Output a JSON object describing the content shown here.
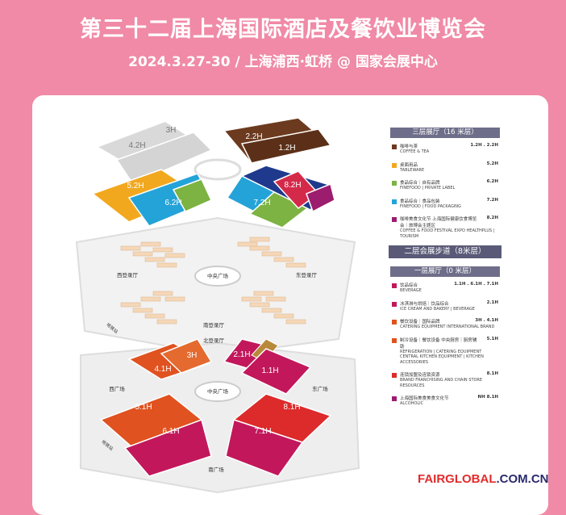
{
  "header": {
    "title": "第三十二届上海国际酒店及餐饮业博览会",
    "subtitle": "2024.3.27-30 / 上海浦西·虹桥 @ 国家会展中心"
  },
  "map": {
    "upper_halls": [
      {
        "label": "3H",
        "color": "#d8d8d8"
      },
      {
        "label": "4.2H",
        "color": "#d8d8d8"
      },
      {
        "label": "2.2H",
        "color": "#6b3a1f"
      },
      {
        "label": "1.2H",
        "color": "#6b3a1f"
      },
      {
        "label": "5.2H",
        "color": "#f2a81e"
      },
      {
        "label": "6.2H",
        "color": "#24a3d8"
      },
      {
        "label": "7.2H",
        "color": "#24a3d8"
      },
      {
        "label": "8.2H",
        "color": "#d42a4a"
      }
    ],
    "lower_halls": [
      {
        "label": "4.1H",
        "color": "#e0521f"
      },
      {
        "label": "3H",
        "color": "#e0521f"
      },
      {
        "label": "2.1H",
        "color": "#c2185b"
      },
      {
        "label": "1.1H",
        "color": "#c2185b"
      },
      {
        "label": "5.1H",
        "color": "#e0521f"
      },
      {
        "label": "6.1H",
        "color": "#c2185b"
      },
      {
        "label": "7.1H",
        "color": "#c2185b"
      },
      {
        "label": "8.1H",
        "color": "#dd2a2a"
      }
    ],
    "labels": {
      "west_lobby": "西登录厅",
      "east_lobby": "东登录厅",
      "central_plaza_upper": "中央广场",
      "south_lobby": "南登录厅",
      "north_lobby": "北登录厅",
      "central_plaza_lower": "中央广场",
      "west_plaza": "西广场",
      "east_plaza": "东广场",
      "south_plaza": "南广场",
      "subway_station_1": "地铁站",
      "subway_station_2": "地铁站"
    }
  },
  "legend": {
    "third_floor_title": "三层展厅（16 米层）",
    "third_floor": [
      {
        "cn": "咖啡与茶",
        "en": "COFFEE & TEA",
        "halls": "1.2H . 2.2H",
        "color": "#6b3a1f"
      },
      {
        "cn": "桌面用品",
        "en": "TABLEWARE",
        "halls": "5.2H",
        "color": "#f2a81e"
      },
      {
        "cn": "食品综合｜自有品牌",
        "en": "FINEFOOD | PRIVATE LABEL",
        "halls": "6.2H",
        "color": "#7cb342"
      },
      {
        "cn": "食品综合｜食品包装",
        "en": "FINEFOOD | FOOD PACKAGING",
        "halls": "7.2H",
        "color": "#24a3d8"
      },
      {
        "cn": "咖啡美食文化节 上海国际健康饮食博览会｜旅博会主题区",
        "en": "COFFEE & FOOD FESTIVAL EXPO HEALTHPLUS | TOURISM",
        "halls": "8.2H",
        "color": "#9c1c6e"
      }
    ],
    "second_floor_title": "二层会展步道（8米层）",
    "first_floor_title": "一层展厅（0 米层）",
    "first_floor": [
      {
        "cn": "饮品综合",
        "en": "BEVERAGE",
        "halls": "1.1H . 6.1H . 7.1H",
        "color": "#c2185b"
      },
      {
        "cn": "冰淇淋与烘焙｜饮品综合",
        "en": "ICE CREAM AND BAKERY | BEVERAGE",
        "halls": "2.1H",
        "color": "#c2185b"
      },
      {
        "cn": "餐饮设备｜国际品牌",
        "en": "CATERING EQUIPMENT INTERNATIONAL BRAND",
        "halls": "3H . 4.1H",
        "color": "#e0521f"
      },
      {
        "cn": "制冷设备｜餐饮设备 中央厨房｜厨房辅助",
        "en": "REFRIGERATION | CATERING EQUIPMENT CENTRAL KITCHEN EQUIPMENT | KITCHEN ACCESSORIES",
        "halls": "5.1H",
        "color": "#e0521f"
      },
      {
        "cn": "连锁加盟及连锁资源",
        "en": "BRAND FRANCHISING AND CHAIN STORE RESOURCES",
        "halls": "8.1H",
        "color": "#dd2a2a"
      },
      {
        "cn": "上海国际美食美食文化节",
        "en": "ALCOHOLIC",
        "halls": "NH 8.1H",
        "color": "#9c1c6e"
      }
    ]
  },
  "footer": {
    "brand_red": "FAIRGLOBAL",
    "brand_rest": ".COM.CN"
  }
}
